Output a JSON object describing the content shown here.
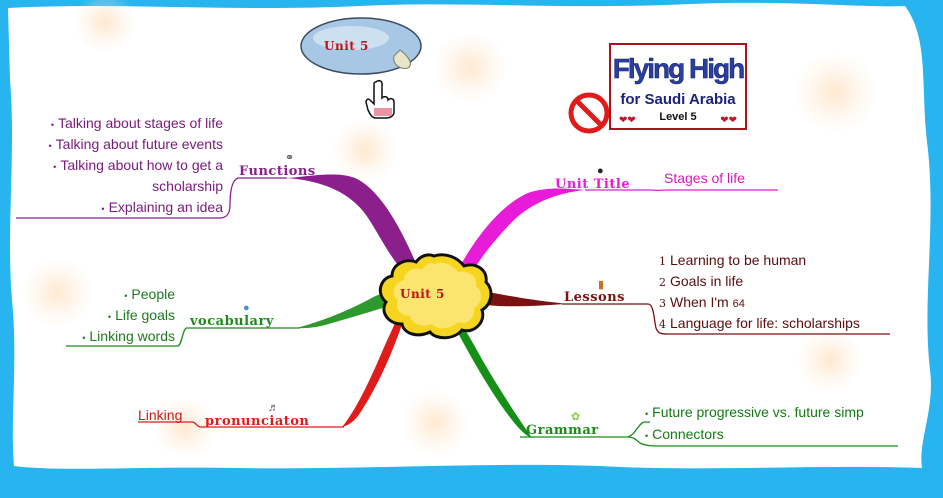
{
  "center": {
    "label": "Unit 5"
  },
  "top_bubble": {
    "label": "Unit 5"
  },
  "logo": {
    "line1": "Flying High",
    "line2": "for Saudi Arabia",
    "line3": "Level 5"
  },
  "branches": {
    "functions": {
      "label": "Functions",
      "color": "#8b1f8c",
      "items": [
        "Talking about stages of life",
        "Talking about future events",
        "Talking about how to get a",
        "scholarship",
        "Explaining an idea"
      ]
    },
    "unit_title": {
      "label": "Unit Title",
      "color": "#e81bd8",
      "items": [
        "Stages of life"
      ]
    },
    "lessons": {
      "label": "Lessons",
      "color": "#7a1212",
      "numbers": [
        "1",
        "2",
        "3",
        "4"
      ],
      "items": [
        "Learning to be human",
        "Goals in life",
        "When I'm",
        "Language for life: scholarships"
      ],
      "item3_suffix": "64"
    },
    "vocabulary": {
      "label": "vocabulary",
      "color": "#1e8a1e",
      "items": [
        "People",
        "Life goals",
        "Linking words"
      ]
    },
    "pronunciation": {
      "label": "pronunciaton",
      "color": "#e01b1b",
      "items": [
        "Linking"
      ]
    },
    "grammar": {
      "label": "Grammar",
      "color": "#168f16",
      "items": [
        "Future progressive vs. future simp",
        "Connectors"
      ]
    }
  },
  "icons": {
    "functions": "bell-icon",
    "unit_title": "bomb-icon",
    "lessons": "book-icon",
    "vocabulary": "globe-icon",
    "pronunciation": "speaker-icon",
    "grammar": "flower-icon",
    "hand": "pointing-hand-icon",
    "no_sign": "prohibited-icon"
  }
}
